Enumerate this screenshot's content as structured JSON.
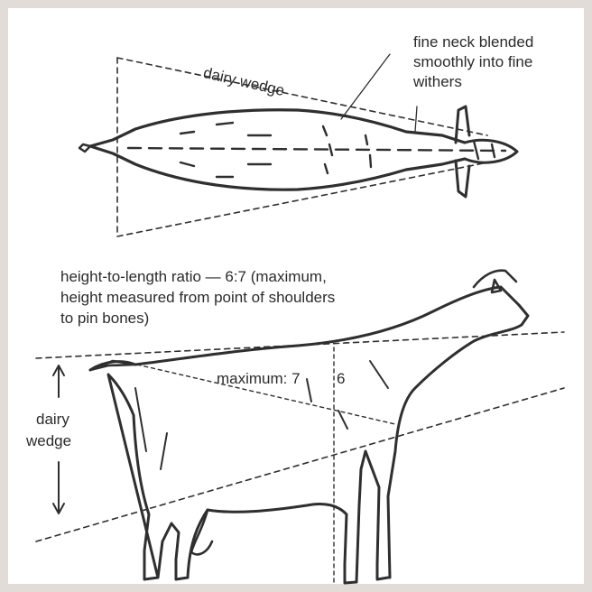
{
  "figure": {
    "top_view": {
      "label_dairy_wedge": "dairy wedge",
      "annotation_line1": "fine neck blended",
      "annotation_line2": "smoothly into fine",
      "annotation_line3": "withers"
    },
    "side_view": {
      "ratio_line1": "height-to-length ratio — 6:7 (maximum,",
      "ratio_line2": "height measured from point of shoulders",
      "ratio_line3": "to pin bones)",
      "measure_label": "maximum: 7",
      "measure_value": "6",
      "wedge_line1": "dairy",
      "wedge_line2": "wedge"
    }
  }
}
